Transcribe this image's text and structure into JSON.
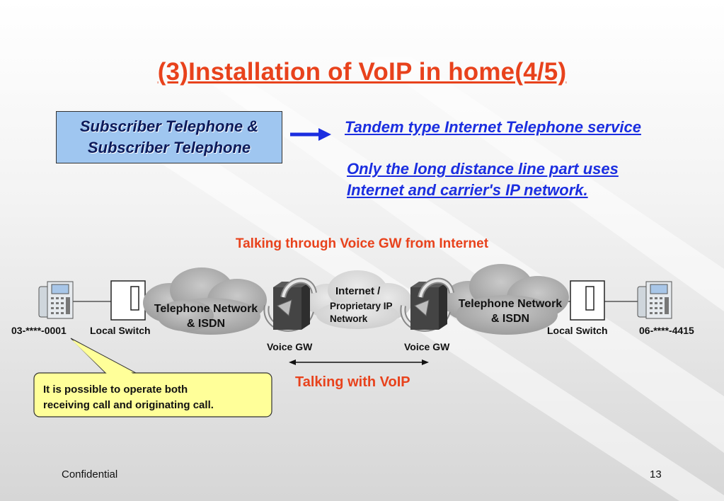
{
  "slide": {
    "title": "(3)Installation of VoIP in home(4/5)",
    "footer_left": "Confidential",
    "page_number": "13"
  },
  "subscriber_box": {
    "line1": "Subscriber Telephone &",
    "line2": "Subscriber Telephone",
    "fill_color": "#9fc6f0"
  },
  "service": {
    "name": "Tandem type Internet Telephone service",
    "description_line1": "Only the long distance line part uses",
    "description_line2": "Internet and carrier's IP network."
  },
  "diagram": {
    "heading": "Talking through Voice GW from Internet",
    "left_phone_number": "03-****-0001",
    "right_phone_number": "06-****-4415",
    "left_switch_label": "Local Switch",
    "right_switch_label": "Local Switch",
    "left_network_line1": "Telephone Network",
    "left_network_line2": "& ISDN",
    "right_network_line1": "Telephone Network",
    "right_network_line2": "& ISDN",
    "internet_line1": "Internet /",
    "internet_line2": "Proprietary IP",
    "internet_line3": "Network",
    "left_gw_label": "Voice GW",
    "right_gw_label": "Voice GW",
    "voip_label": "Talking with VoIP",
    "callout_line1": "It is possible to operate both",
    "callout_line2": "receiving call and originating call.",
    "callout_color": "#ffff99",
    "accent_color": "#e8421c",
    "link_color": "#1b2ee0"
  }
}
